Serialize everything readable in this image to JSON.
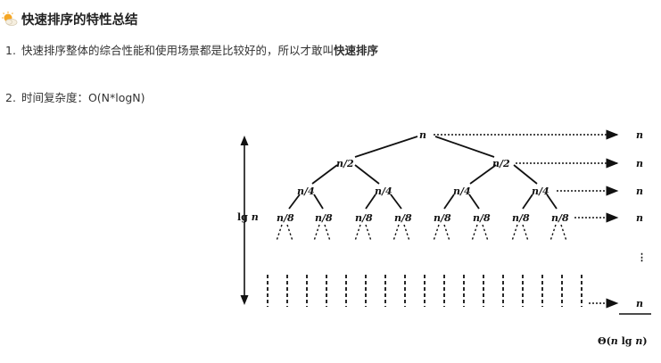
{
  "heading": {
    "icon": "sun-cloud-icon",
    "title": "快速排序的特性总结"
  },
  "items": [
    {
      "number": "1.",
      "text": "快速排序整体的综合性能和使用场景都是比较好的，所以才敢叫",
      "bold_text": "快速排序"
    },
    {
      "number": "2.",
      "text": "时间复杂度：O(N*logN)"
    }
  ],
  "figure": {
    "root": "n",
    "level1": [
      "n/2",
      "n/2"
    ],
    "level2": [
      "n/4",
      "n/4",
      "n/4",
      "n/4"
    ],
    "level3": [
      "n/8",
      "n/8",
      "n/8",
      "n/8",
      "n/8",
      "n/8",
      "n/8",
      "n/8"
    ],
    "right_sums": [
      "n",
      "n",
      "n",
      "n",
      "⋮",
      "n"
    ],
    "height_label_prefix": "lg",
    "height_label_var": "n",
    "total_prefix": "Θ(",
    "total_var": "n",
    "total_mid": " lg ",
    "total_var2": "n",
    "total_suffix": ")"
  }
}
